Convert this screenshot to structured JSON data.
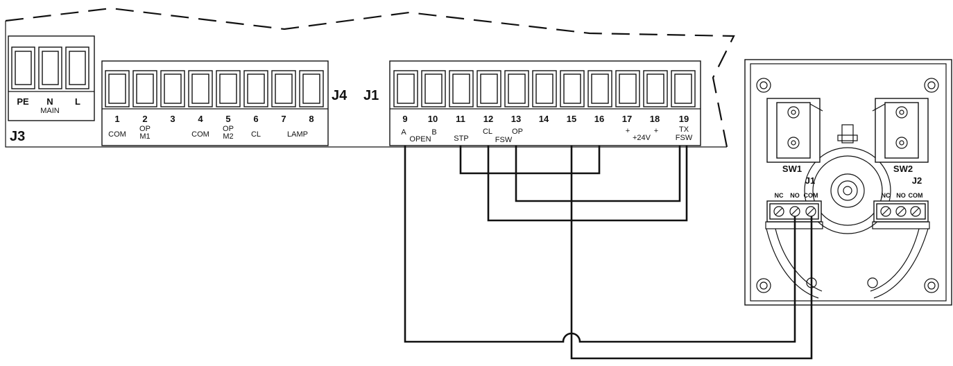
{
  "blocks": {
    "j3": "J3",
    "j4": "J4",
    "j1": "J1"
  },
  "j3_terminals": [
    "PE",
    "N",
    "L"
  ],
  "j3_caption": "MAIN",
  "j4_terminals": [
    {
      "num": "1",
      "sub": [
        "COM"
      ]
    },
    {
      "num": "2",
      "sub": [
        "OP",
        "M1"
      ]
    },
    {
      "num": "3",
      "sub": []
    },
    {
      "num": "4",
      "sub": [
        "COM"
      ]
    },
    {
      "num": "5",
      "sub": [
        "OP",
        "M2"
      ]
    },
    {
      "num": "6",
      "sub": [
        "CL"
      ]
    },
    {
      "num": "7",
      "sub": []
    },
    {
      "num": "8",
      "sub": []
    }
  ],
  "j4_lamp": "LAMP",
  "j1_numbers": [
    "9",
    "10",
    "11",
    "12",
    "13",
    "14",
    "15",
    "16",
    "17",
    "18",
    "19"
  ],
  "j1_labels": {
    "a": "A",
    "open": "OPEN",
    "b": "B",
    "stp": "STP",
    "cl": "CL",
    "fsw": "FSW",
    "op": "OP",
    "plus1": "+",
    "v24": "+24V",
    "plus2": "+",
    "tx": "TX",
    "fsw2": "FSW"
  },
  "switch_box": {
    "sw1": "SW1",
    "sw2": "SW2",
    "j1": "J1",
    "j2": "J2",
    "contacts": [
      "NC",
      "NO",
      "COM"
    ]
  }
}
